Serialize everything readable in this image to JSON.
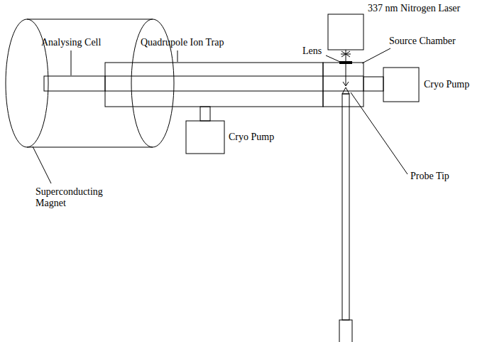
{
  "diagram": {
    "labels": [
      "337 nm Nitrogen Laser",
      "Analysing Cell",
      "Quadrupole Ion Trap",
      "Source Chamber",
      "Lens",
      "Cryo Pump",
      "Superconducting Magnet",
      "Probe Tip",
      "Cryo Pump"
    ]
  }
}
